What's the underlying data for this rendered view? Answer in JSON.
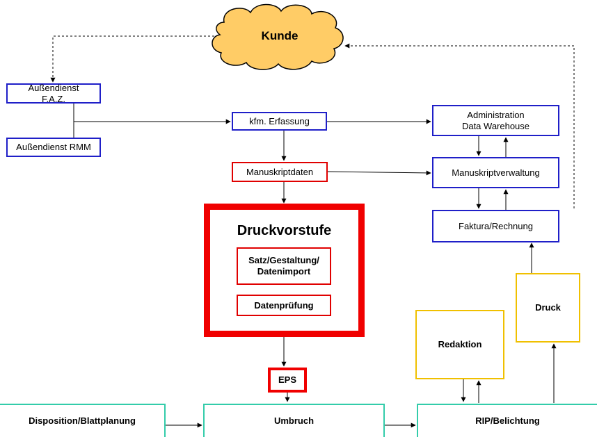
{
  "cloud": {
    "label": "Kunde"
  },
  "nodes": {
    "aussendienst_faz": "Außendienst\nF.A.Z.",
    "aussendienst_rmm": "Außendienst RMM",
    "kfm_erfassung": "kfm. Erfassung",
    "manuskriptdaten": "Manuskriptdaten",
    "administration": "Administration\nData Warehouse",
    "manuskriptverwaltung": "Manuskriptverwaltung",
    "faktura": "Faktura/Rechnung",
    "druckvorstufe": "Druckvorstufe",
    "satz": "Satz/Gestaltung/\nDatenimport",
    "datenpruefung": "Datenprüfung",
    "eps": "EPS",
    "druck": "Druck",
    "redaktion": "Redaktion",
    "disposition": "Disposition/Blattplanung",
    "umbruch": "Umbruch",
    "rip": "RIP/Belichtung"
  },
  "colors": {
    "blue": "#1f1fc8",
    "red": "#f00000",
    "yellow": "#f0c000",
    "green": "#33ccaa",
    "cloud": "#ffcc66"
  }
}
